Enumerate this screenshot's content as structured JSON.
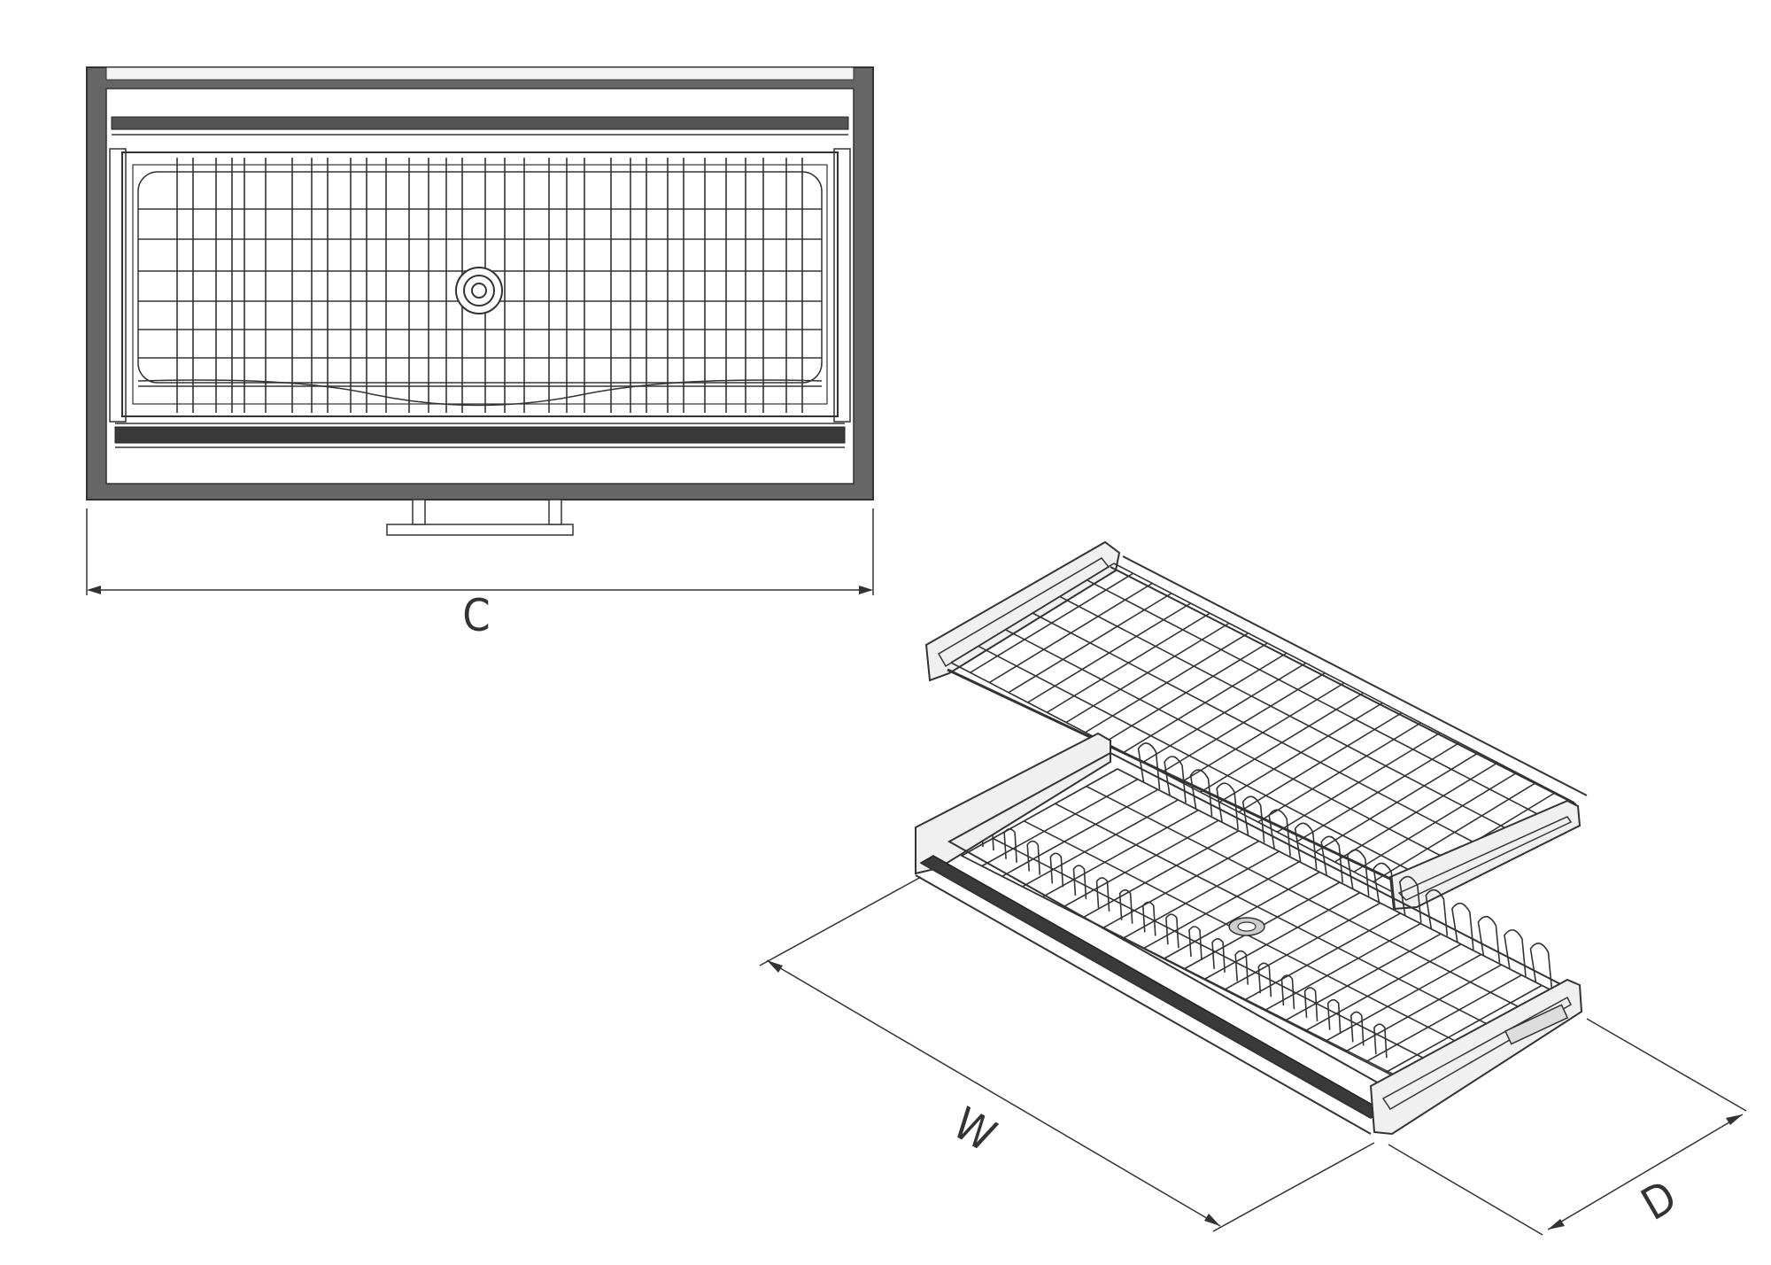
{
  "labels": {
    "width_top": "C",
    "width_iso": "W",
    "depth_iso": "D"
  },
  "colors": {
    "line": "#333333",
    "frame": "#666666",
    "dark": "#444444",
    "light": "#cccccc",
    "background": "#ffffff"
  }
}
